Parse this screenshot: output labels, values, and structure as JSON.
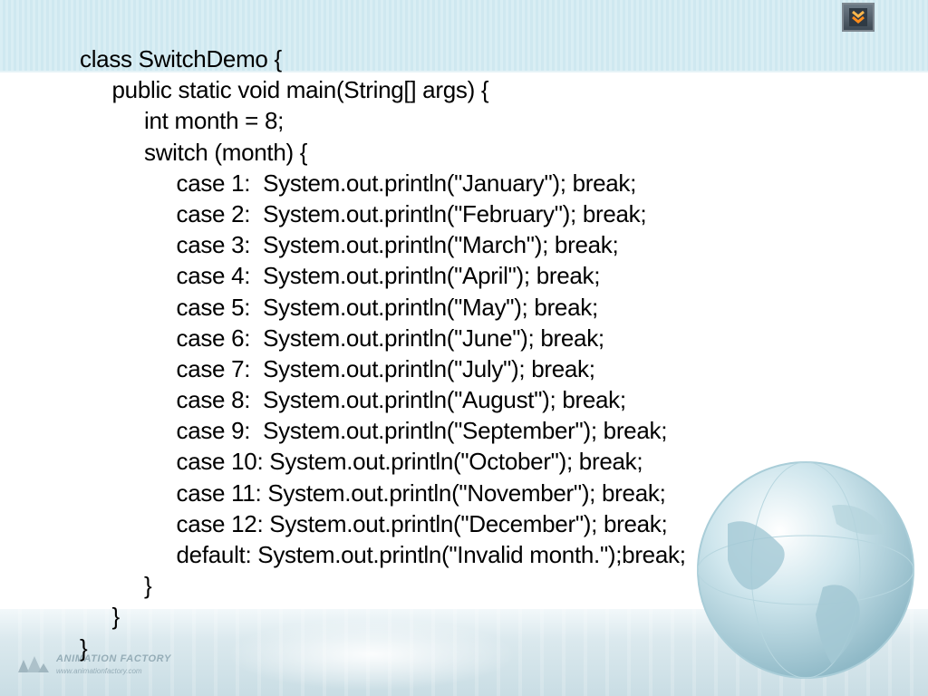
{
  "slide": {
    "code_lines": [
      {
        "indent": 0,
        "text": "class SwitchDemo {"
      },
      {
        "indent": 1,
        "text": "public static void main(String[] args) {"
      },
      {
        "indent": 2,
        "text": "int month = 8;"
      },
      {
        "indent": 2,
        "text": "switch (month) {"
      },
      {
        "indent": 3,
        "text": "case 1:  System.out.println(\"January\"); break;"
      },
      {
        "indent": 3,
        "text": "case 2:  System.out.println(\"February\"); break;"
      },
      {
        "indent": 3,
        "text": "case 3:  System.out.println(\"March\"); break;"
      },
      {
        "indent": 3,
        "text": "case 4:  System.out.println(\"April\"); break;"
      },
      {
        "indent": 3,
        "text": "case 5:  System.out.println(\"May\"); break;"
      },
      {
        "indent": 3,
        "text": "case 6:  System.out.println(\"June\"); break;"
      },
      {
        "indent": 3,
        "text": "case 7:  System.out.println(\"July\"); break;"
      },
      {
        "indent": 3,
        "text": "case 8:  System.out.println(\"August\"); break;"
      },
      {
        "indent": 3,
        "text": "case 9:  System.out.println(\"September\"); break;"
      },
      {
        "indent": 3,
        "text": "case 10: System.out.println(\"October\"); break;"
      },
      {
        "indent": 3,
        "text": "case 11: System.out.println(\"November\"); break;"
      },
      {
        "indent": 3,
        "text": "case 12: System.out.println(\"December\"); break;"
      },
      {
        "indent": 3,
        "text": "default: System.out.println(\"Invalid month.\");break;"
      },
      {
        "indent": 2,
        "text": "}"
      },
      {
        "indent": 1,
        "text": "}"
      },
      {
        "indent": 0,
        "text": "}"
      }
    ]
  },
  "branding": {
    "name": "ANIMATION FACTORY",
    "url": "www.animationfactory.com"
  },
  "nav": {
    "icon": "double-chevron-down-icon"
  },
  "colors": {
    "text": "#000000",
    "top_band": "#d9eef4",
    "globe": "#9cc9d6",
    "nav_arrow": "#ff9a1a"
  }
}
